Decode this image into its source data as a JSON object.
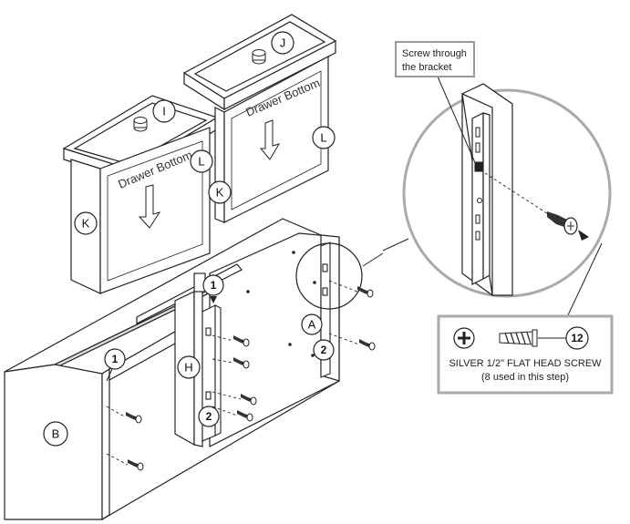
{
  "parts": {
    "a": "A",
    "b": "B",
    "h": "H",
    "i": "I",
    "j": "J",
    "k": "K",
    "l": "L"
  },
  "drawer_text": "Drawer Bottom",
  "step_markers": {
    "one": "1",
    "two": "2"
  },
  "callout": {
    "line1": "Screw through",
    "line2": "the bracket"
  },
  "legend": {
    "count": "12",
    "title": "SILVER 1/2\" FLAT HEAD SCREW",
    "subtitle": "(8 used in this step)"
  }
}
